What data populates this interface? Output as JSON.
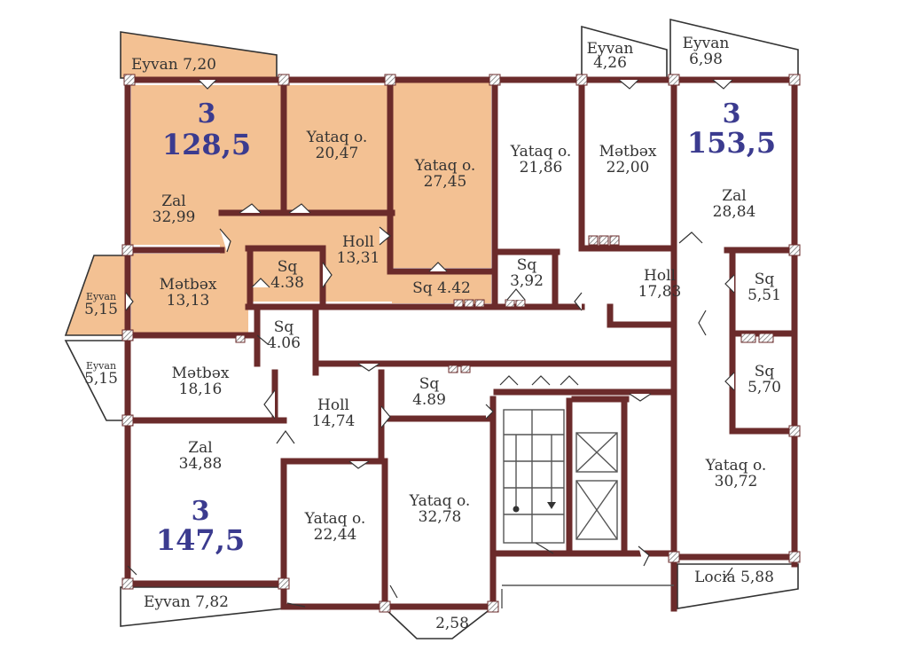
{
  "colors": {
    "wall": "#6b2b2b",
    "highlight": "#f3c193",
    "unit_text": "#3b3b8f",
    "label_text": "#333333",
    "background": "#ffffff"
  },
  "apartments": [
    {
      "rooms": "3",
      "area": "128,5",
      "highlighted": true
    },
    {
      "rooms": "3",
      "area": "153,5",
      "highlighted": false
    },
    {
      "rooms": "3",
      "area": "147,5",
      "highlighted": false
    }
  ],
  "rooms": [
    {
      "name": "Eyvan 7,20",
      "area": ""
    },
    {
      "name": "Zal",
      "area": "32,99"
    },
    {
      "name": "Yataq o.",
      "area": "20,47"
    },
    {
      "name": "Yataq o.",
      "area": "27,45"
    },
    {
      "name": "Holl",
      "area": "13,31"
    },
    {
      "name": "Sq",
      "area": "4.38"
    },
    {
      "name": "Sq 4.42",
      "area": ""
    },
    {
      "name": "Mətbəx",
      "area": "13,13"
    },
    {
      "name": "Eyvan",
      "area": "5,15"
    },
    {
      "name": "Eyvan",
      "area": "4,26"
    },
    {
      "name": "Eyvan",
      "area": "6,98"
    },
    {
      "name": "Yataq o.",
      "area": "21,86"
    },
    {
      "name": "Mətbəx",
      "area": "22,00"
    },
    {
      "name": "Zal",
      "area": "28,84"
    },
    {
      "name": "Sq",
      "area": "3,92"
    },
    {
      "name": "Holl",
      "area": "17,83"
    },
    {
      "name": "Sq",
      "area": "5,51"
    },
    {
      "name": "Sq",
      "area": "5,70"
    },
    {
      "name": "Yataq o.",
      "area": "30,72"
    },
    {
      "name": "Locia 5,88",
      "area": ""
    },
    {
      "name": "Sq",
      "area": "4.06"
    },
    {
      "name": "Eyvan",
      "area": "5,15"
    },
    {
      "name": "Mətbəx",
      "area": "18,16"
    },
    {
      "name": "Holl",
      "area": "14,74"
    },
    {
      "name": "Sq",
      "area": "4.89"
    },
    {
      "name": "Zal",
      "area": "34,88"
    },
    {
      "name": "Yataq o.",
      "area": "22,44"
    },
    {
      "name": "Yataq o.",
      "area": "32,78"
    },
    {
      "name": "Eyvan 7,82",
      "area": ""
    },
    {
      "name": "2,58",
      "area": ""
    }
  ]
}
